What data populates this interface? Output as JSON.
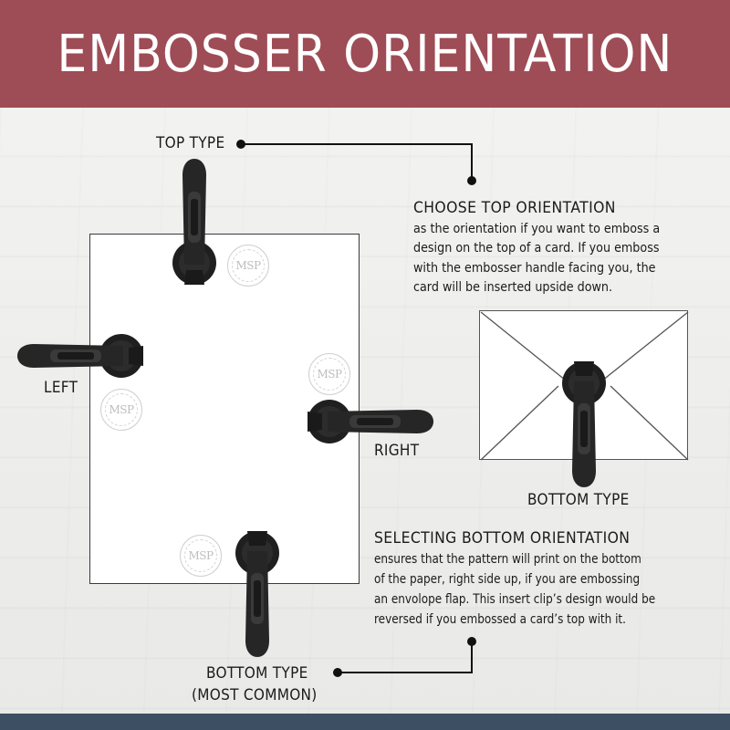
{
  "title": "EMBOSSER ORIENTATION",
  "labels": {
    "top_type": "TOP TYPE",
    "left": "LEFT",
    "right": "RIGHT",
    "bottom_type_envelope": "BOTTOM TYPE",
    "bottom_type_main": "BOTTOM TYPE",
    "most_common": "(MOST COMMON)"
  },
  "top_orientation": {
    "heading": "CHOOSE TOP ORIENTATION",
    "lines": [
      "as the orientation if you want to emboss a",
      "design on the top of a card. If you emboss",
      "with the embosser handle facing you, the",
      "card will be inserted upside down."
    ]
  },
  "bottom_orientation": {
    "heading": "SELECTING BOTTOM ORIENTATION",
    "lines": [
      "ensures that the pattern will print on the bottom",
      "of the paper, right side up, if you are embossing",
      "an envolope flap. This insert clip’s design would be",
      "reversed if you embossed a card’s top with it."
    ]
  },
  "seal_text": "MSP",
  "colors": {
    "banner": "#9e4c55",
    "footer": "#3c4f63",
    "embosser": "#222222"
  }
}
